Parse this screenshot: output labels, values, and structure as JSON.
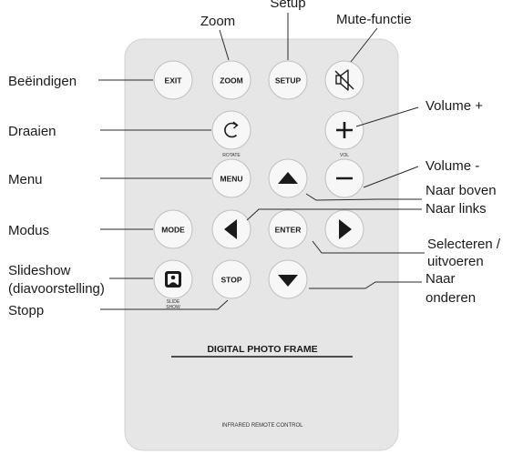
{
  "remote": {
    "title": "DIGITAL PHOTO FRAME",
    "footer": "INFRARED REMOTE CONTROL",
    "colors": {
      "body": "#e6e6e6",
      "button": "#f7f7f7",
      "ink": "#1a1a1a"
    }
  },
  "buttons": {
    "exit": "EXIT",
    "zoom": "ZOOM",
    "setup": "SETUP",
    "mute_icon": "speaker-mute-icon",
    "rotate_icon": "rotate-arrow-icon",
    "rotate_sub": "ROTATE",
    "plus": "+",
    "vol_sub": "VOL",
    "menu": "MENU",
    "up_icon": "triangle-up-icon",
    "minus": "−",
    "mode": "MODE",
    "left_icon": "triangle-left-icon",
    "enter": "ENTER",
    "right_icon": "triangle-right-icon",
    "slideshow_icon": "slideshow-icon",
    "slide_sub_1": "SLIDE",
    "slide_sub_2": "SHOW",
    "stop": "STOP",
    "down_icon": "triangle-down-icon"
  },
  "callouts": {
    "zoom": "Zoom",
    "setup": "Setup",
    "mute": "Mute-functie",
    "exit": "Beëindigen",
    "volume_plus": "Volume +",
    "rotate": "Draaien",
    "menu": "Menu",
    "volume_minus": "Volume -",
    "up": "Naar boven",
    "left": "Naar links",
    "mode": "Modus",
    "enter_1": "Selecteren /",
    "enter_2": "uitvoeren",
    "slideshow_1": "Slideshow",
    "slideshow_2": "(diavoorstelling)",
    "down_1": "Naar",
    "down_2": "onderen",
    "stop": "Stopp"
  }
}
